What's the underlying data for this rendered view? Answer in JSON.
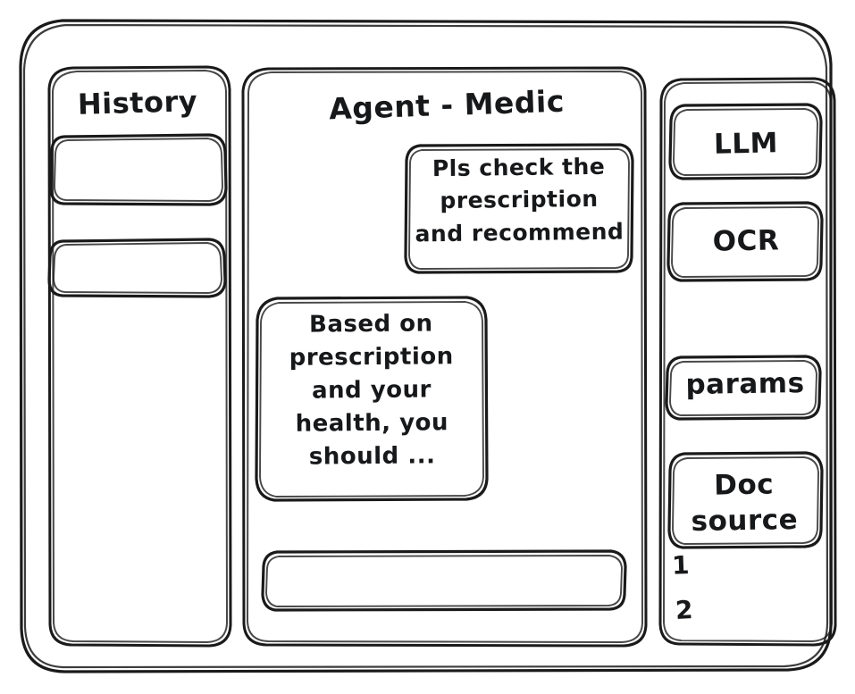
{
  "window": {
    "frame_name": "app-window-frame",
    "background": "#ffffff",
    "ink_color": "#1a1a1a",
    "style": "hand-drawn-wireframe"
  },
  "sidebar_left": {
    "title": "History",
    "items": [
      {
        "label": "",
        "name": "history-item-1"
      },
      {
        "label": "",
        "name": "history-item-2"
      }
    ]
  },
  "main": {
    "title": "Agent - Medic",
    "messages": [
      {
        "role": "user",
        "text": "Pls check the\nprescription\nand recommend"
      },
      {
        "role": "assistant",
        "text": "Based on\nprescription\nand your\nhealth, you\nshould ..."
      }
    ],
    "composer": {
      "value": "",
      "placeholder": ""
    }
  },
  "sidebar_right": {
    "tools": [
      {
        "label": "LLM"
      },
      {
        "label": "OCR"
      }
    ],
    "params": {
      "label": "params"
    },
    "doc_source": {
      "label": "Doc\nsource",
      "items": [
        "1",
        "2"
      ]
    }
  }
}
